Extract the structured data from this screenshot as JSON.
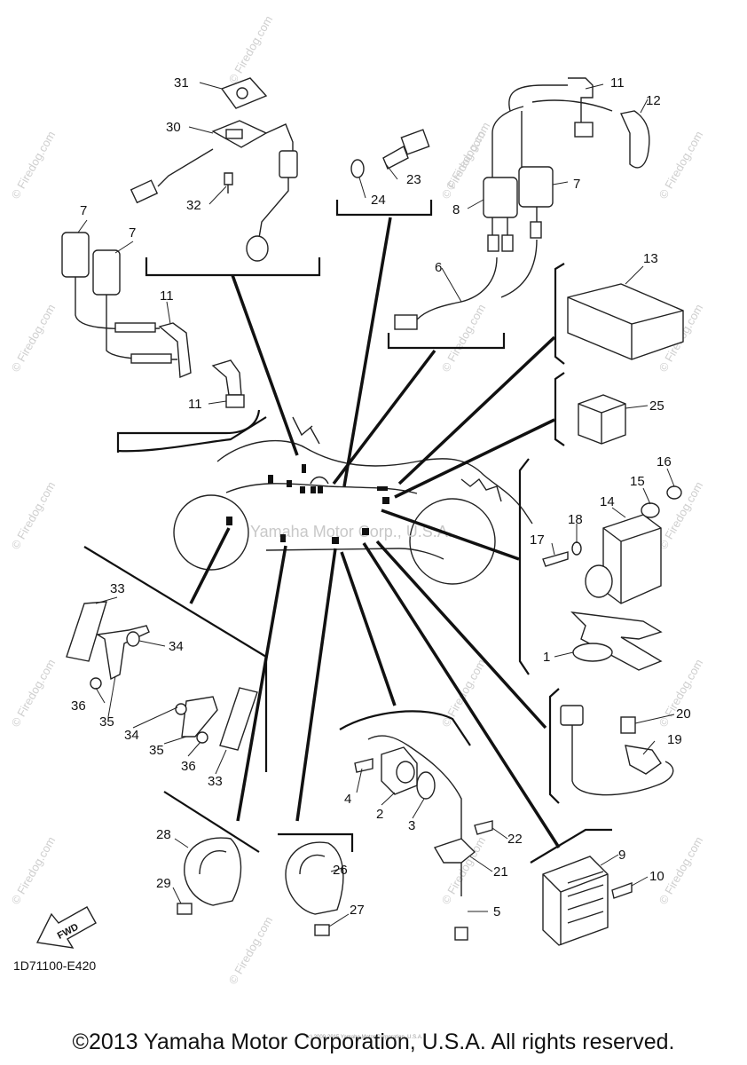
{
  "diagram": {
    "part_code": "1D71100-E420",
    "fwd_label": "FWD",
    "center_watermark": "Yamaha Motor Corp., U.S.A.",
    "watermark_text": "© Firedog.com",
    "footer_small": "(c) 2000-2015 Yamaha Motor Corporation, U.S.A.",
    "copyright": "©2013 Yamaha Motor Corporation, U.S.A. All rights reserved."
  },
  "callouts": [
    "1",
    "2",
    "3",
    "4",
    "5",
    "6",
    "7",
    "7",
    "7",
    "8",
    "9",
    "10",
    "11",
    "11",
    "11",
    "12",
    "13",
    "14",
    "15",
    "16",
    "17",
    "18",
    "19",
    "20",
    "21",
    "22",
    "23",
    "24",
    "25",
    "26",
    "27",
    "28",
    "29",
    "30",
    "31",
    "32",
    "33",
    "33",
    "34",
    "34",
    "35",
    "35",
    "36",
    "36"
  ]
}
